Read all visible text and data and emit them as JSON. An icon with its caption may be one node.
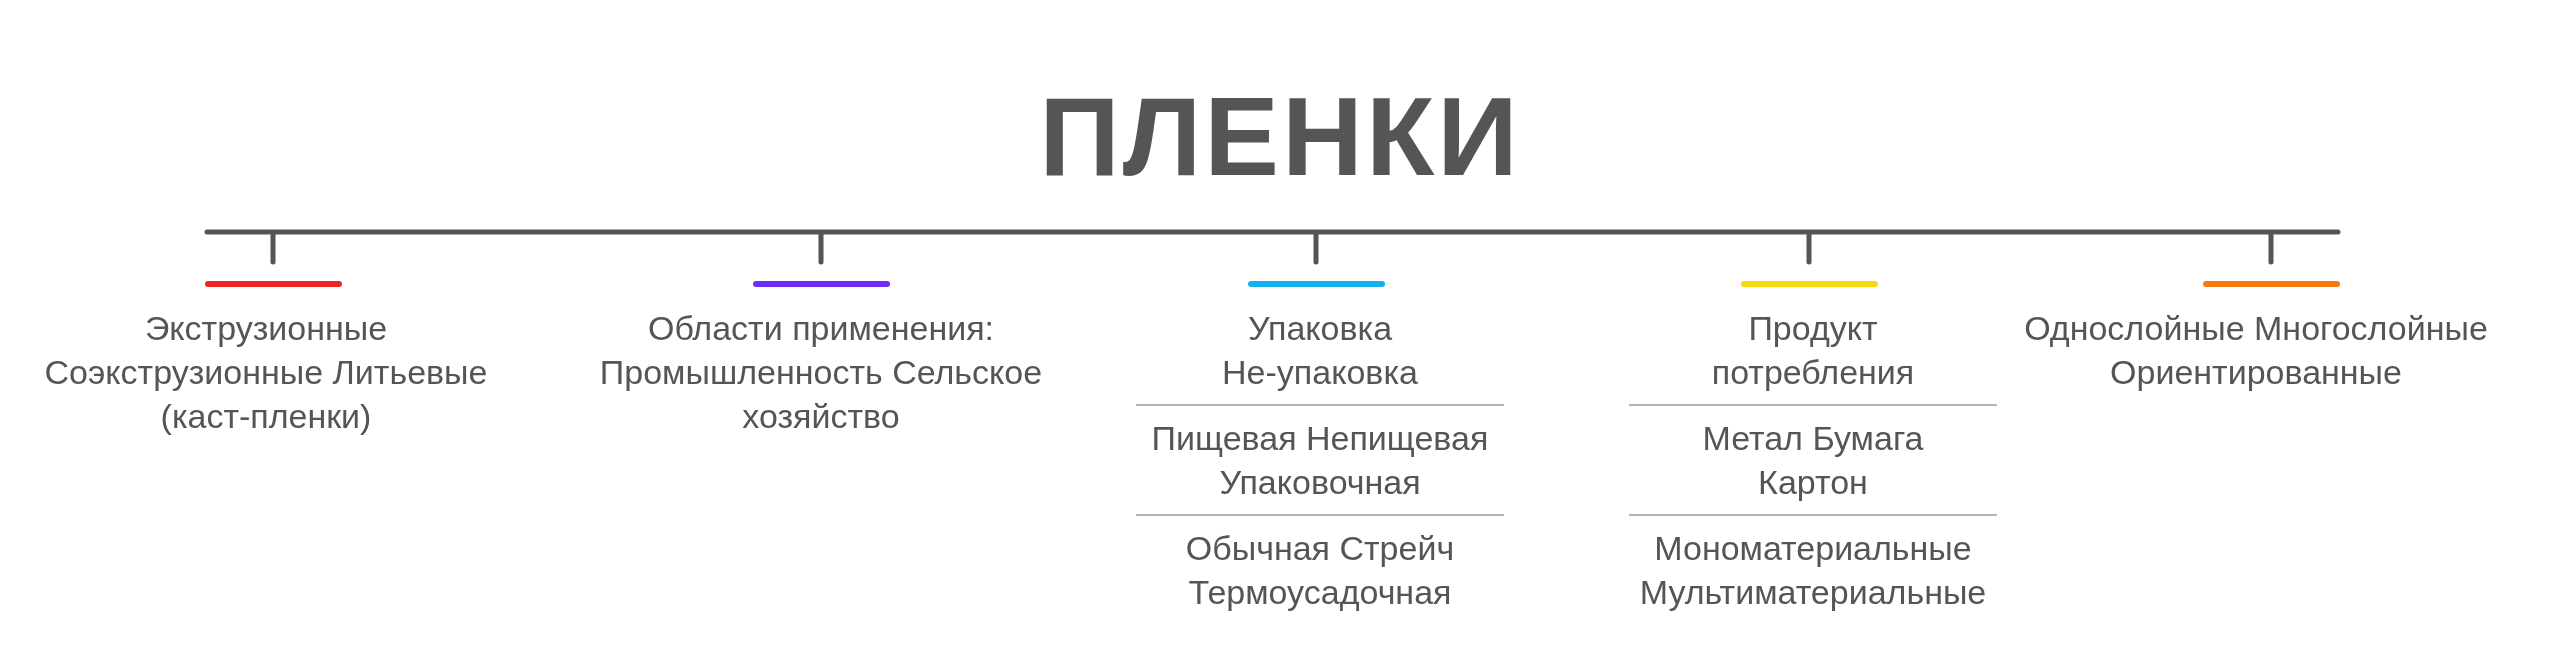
{
  "diagram": {
    "title": "ПЛЕНКИ",
    "nodes": [
      {
        "text": [
          "Экструзионные Соэкструзионные Литьевые (каст-пленки)"
        ]
      },
      {
        "text": [
          "Области применения: Промышленность Сельское хозяйство"
        ]
      },
      {
        "text": [
          "Упаковка Не-упаковка",
          "Пищевая Непищевая Упаковочная",
          "Обычная Стрейч Термоусадочная"
        ]
      },
      {
        "text": [
          "Продукт потребления",
          "Метал Бумага Картон",
          "Мономатериальные Мультиматериальные"
        ]
      },
      {
        "text": [
          "Однослойные Многослойные Ориентированные"
        ]
      }
    ]
  }
}
